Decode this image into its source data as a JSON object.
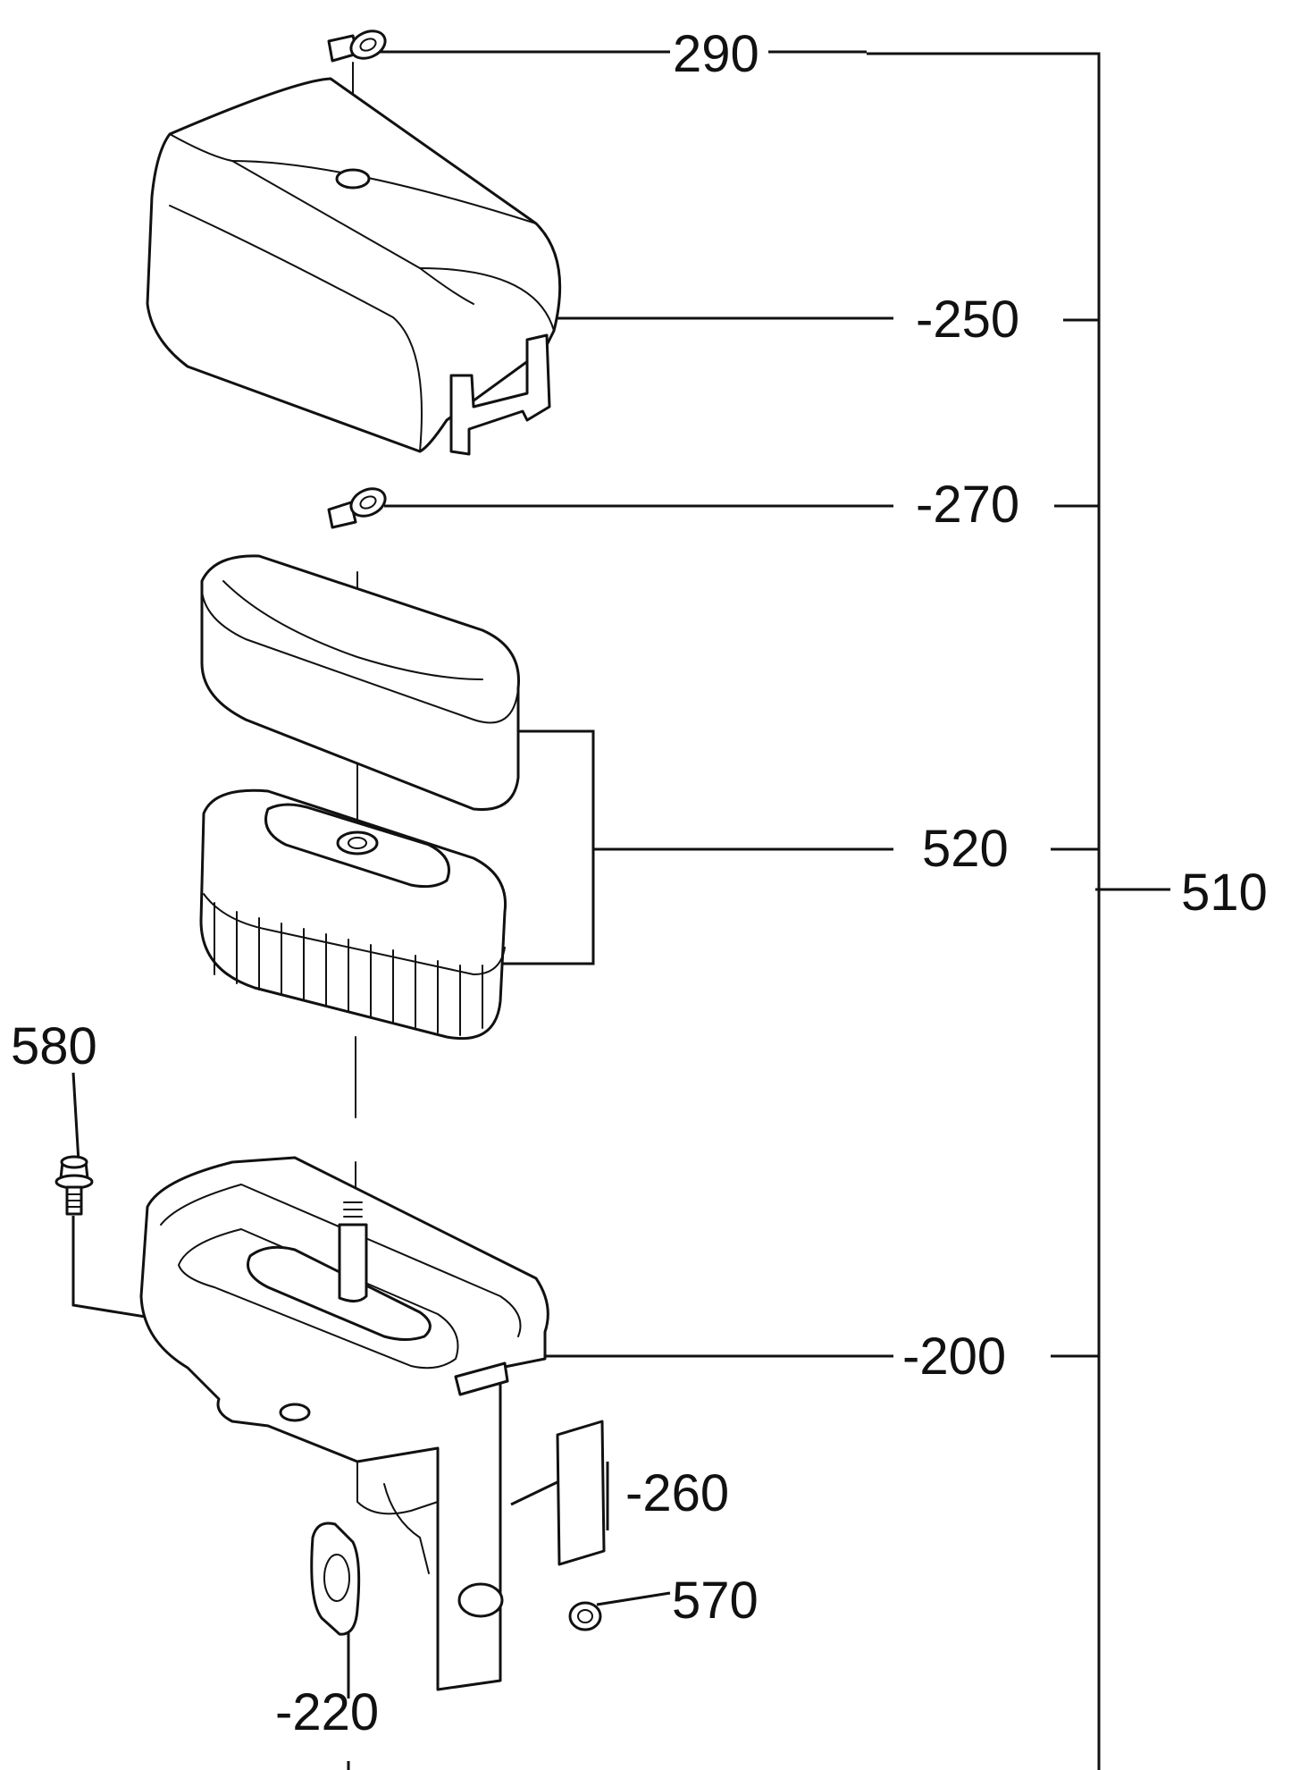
{
  "callouts": {
    "c290": "290",
    "c250": "-250",
    "c270": "-270",
    "c520": "520",
    "c510": "510",
    "c580": "580",
    "c200": "-200",
    "c260": "-260",
    "c570": "570",
    "c220": "-220"
  },
  "parts": {
    "wing_nut_top": "wing-nut-icon",
    "cover": "air-cleaner-cover-icon",
    "wing_nut_middle": "wing-nut-icon",
    "pre_cleaner": "pre-cleaner-foam-icon",
    "filter_element": "paper-filter-element-icon",
    "bolt": "flange-bolt-icon",
    "base": "air-cleaner-base-icon",
    "plate": "plate-icon",
    "nut": "flange-nut-icon",
    "gasket": "gasket-icon"
  },
  "colors": {
    "line": "#111111",
    "background": "#ffffff"
  }
}
